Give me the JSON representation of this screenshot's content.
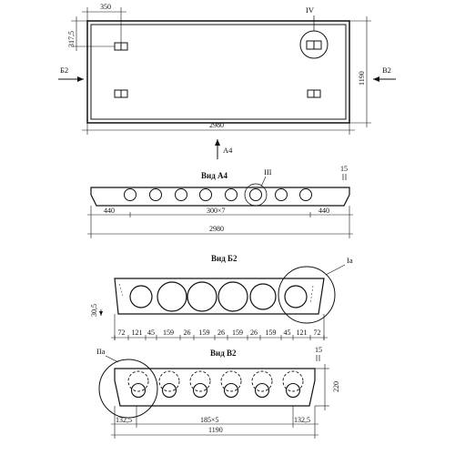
{
  "plan": {
    "dims": {
      "top_offset": "350",
      "side_offset": "317,5",
      "length": "2980",
      "width": "1190"
    },
    "callout": "IV",
    "arrow_left": "Б2",
    "arrow_right": "В2",
    "arrow_up": "А4"
  },
  "view_a4": {
    "title": "Вид А4",
    "callout": "III",
    "slope": "15",
    "dims": {
      "left": "440",
      "middle": "300×7",
      "right": "440",
      "total": "2980"
    }
  },
  "view_b2": {
    "title": "Вид Б2",
    "callout": "Iа",
    "side_dim": "30,5",
    "dims": [
      "72",
      "121",
      "45",
      "159",
      "26",
      "159",
      "26",
      "159",
      "26",
      "159",
      "45",
      "121",
      "72"
    ]
  },
  "view_v2": {
    "title": "Вид В2",
    "callout": "IIа",
    "slope": "15",
    "height": "220",
    "dims": {
      "left": "132,5",
      "middle": "185×5",
      "right": "132,5",
      "total": "1190"
    }
  }
}
